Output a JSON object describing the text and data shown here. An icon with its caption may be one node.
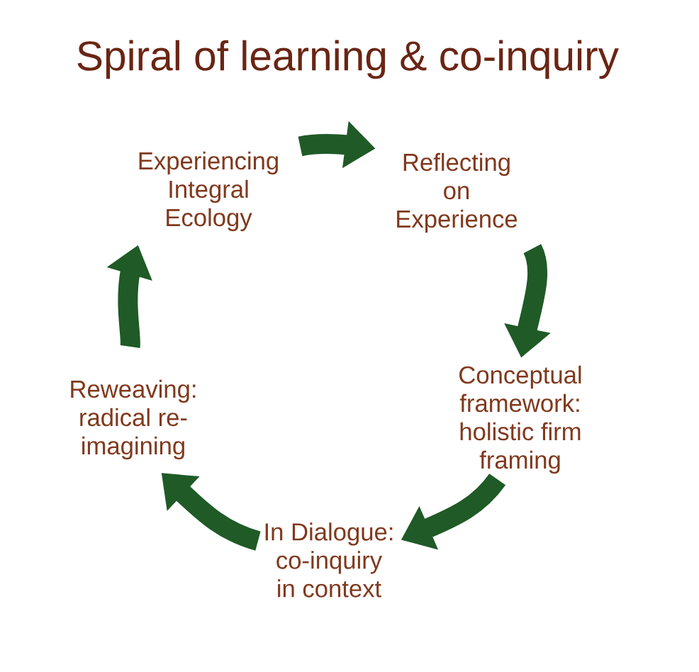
{
  "diagram": {
    "title": "Spiral of learning & co-inquiry",
    "nodes": [
      {
        "text": [
          "Experiencing Integral Ecology"
        ]
      },
      {
        "text": [
          "Reflecting on Experience"
        ]
      },
      {
        "text": [
          "Conceptual framework: holistic firm framing"
        ]
      },
      {
        "text": [
          "In Dialogue: co-inquiry in context"
        ]
      },
      {
        "text": [
          "Reweaving: radical re-imagining"
        ]
      }
    ],
    "edges": [
      {
        "from": 0,
        "to": 1,
        "arrow": "to"
      },
      {
        "from": 1,
        "to": 2,
        "arrow": "to"
      },
      {
        "from": 2,
        "to": 3,
        "arrow": "to"
      },
      {
        "from": 3,
        "to": 4,
        "arrow": "to"
      },
      {
        "from": 4,
        "to": 0,
        "arrow": "to"
      }
    ]
  }
}
